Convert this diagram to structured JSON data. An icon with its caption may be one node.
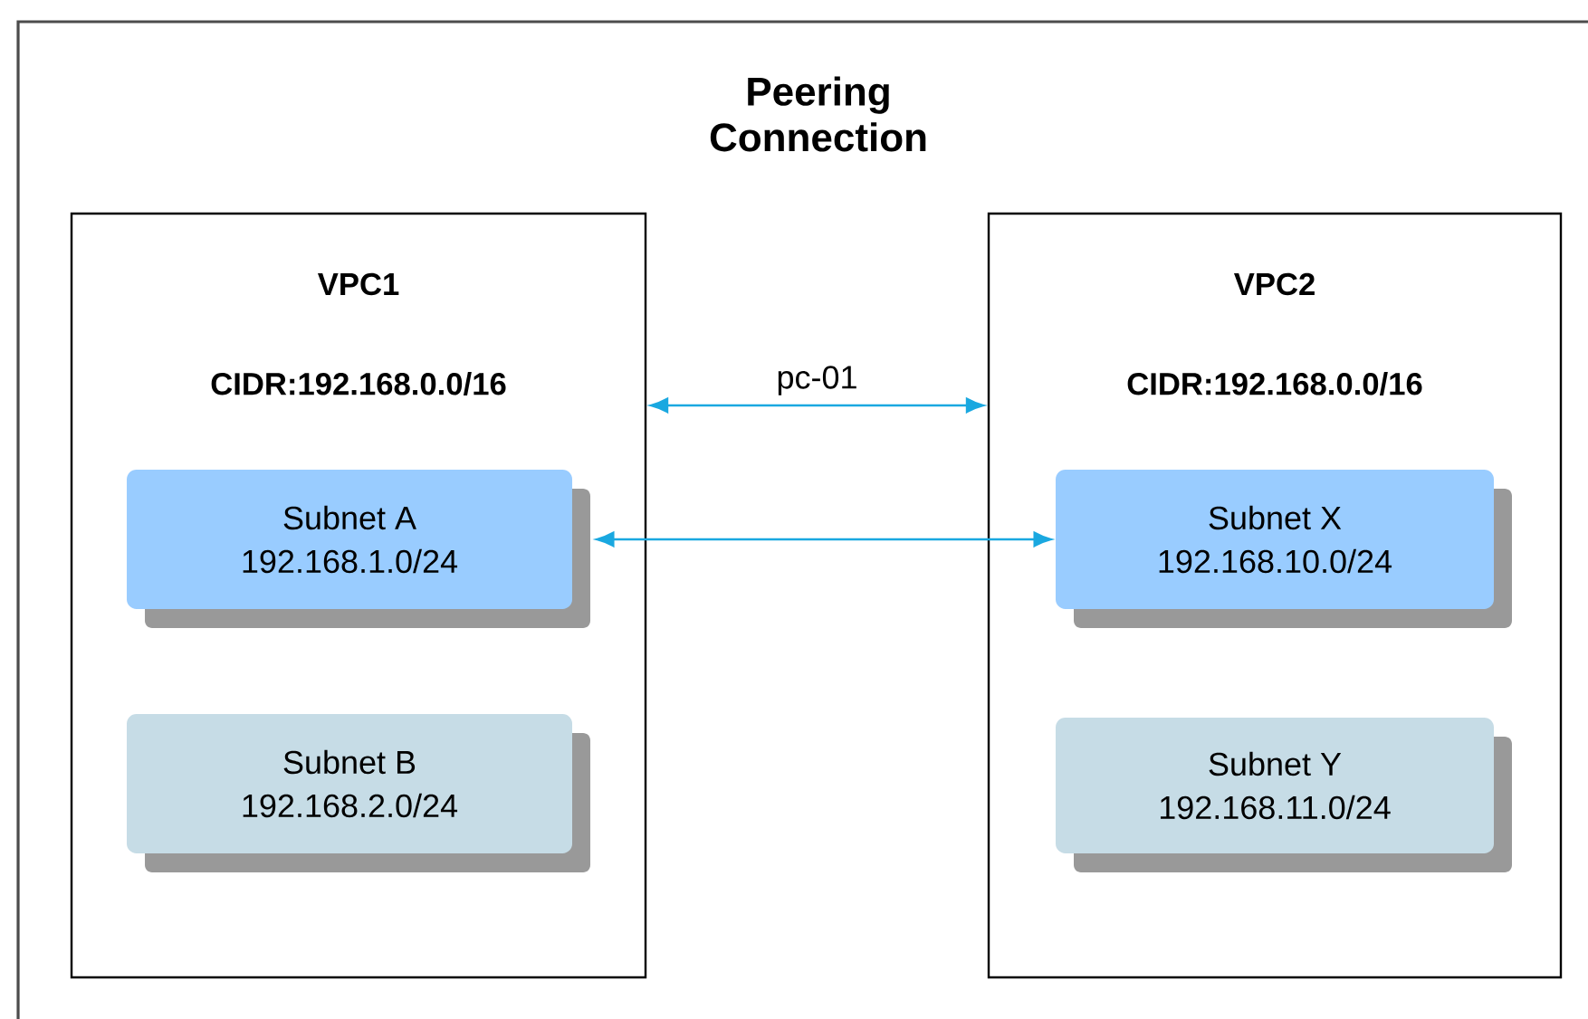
{
  "diagram": {
    "title": "Peering Connection",
    "nodes": [
      {
        "text": [
          "VPC1",
          "CIDR:192.168.0.0/16"
        ]
      },
      {
        "text": [
          "Subnet A",
          "192.168.1.0/24"
        ],
        "in": 0
      },
      {
        "text": [
          "Subnet B",
          "192.168.2.0/24"
        ],
        "in": 0
      },
      {
        "text": [
          "VPC2",
          "CIDR:192.168.0.0/16"
        ]
      },
      {
        "text": [
          "Subnet X",
          "192.168.10.0/24"
        ],
        "in": 3
      },
      {
        "text": [
          "Subnet Y",
          "192.168.11.0/24"
        ],
        "in": 3
      }
    ],
    "edges": [
      {
        "from": 0,
        "to": 3,
        "arrow": "both",
        "label": "pc-01"
      },
      {
        "from": 1,
        "to": 4,
        "arrow": "both"
      }
    ]
  }
}
